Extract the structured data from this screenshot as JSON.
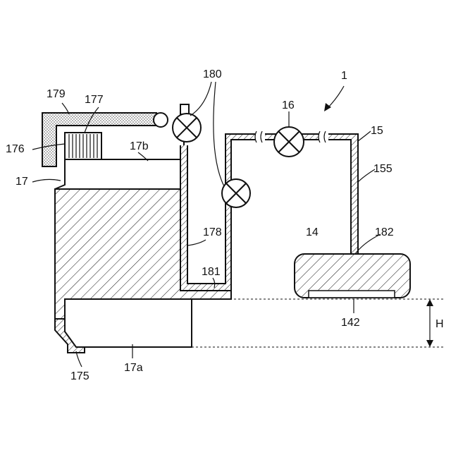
{
  "figure": {
    "labels": {
      "l1": "1",
      "l14": "14",
      "l15": "15",
      "l16": "16",
      "l17": "17",
      "l17a": "17a",
      "l17b": "17b",
      "l142": "142",
      "l155": "155",
      "l175": "175",
      "l176": "176",
      "l177": "177",
      "l178": "178",
      "l179": "179",
      "l180": "180",
      "l181": "181",
      "l182": "182",
      "lH": "H"
    },
    "colors": {
      "line": "#111111",
      "background": "#ffffff",
      "stipple": "#444444"
    }
  }
}
